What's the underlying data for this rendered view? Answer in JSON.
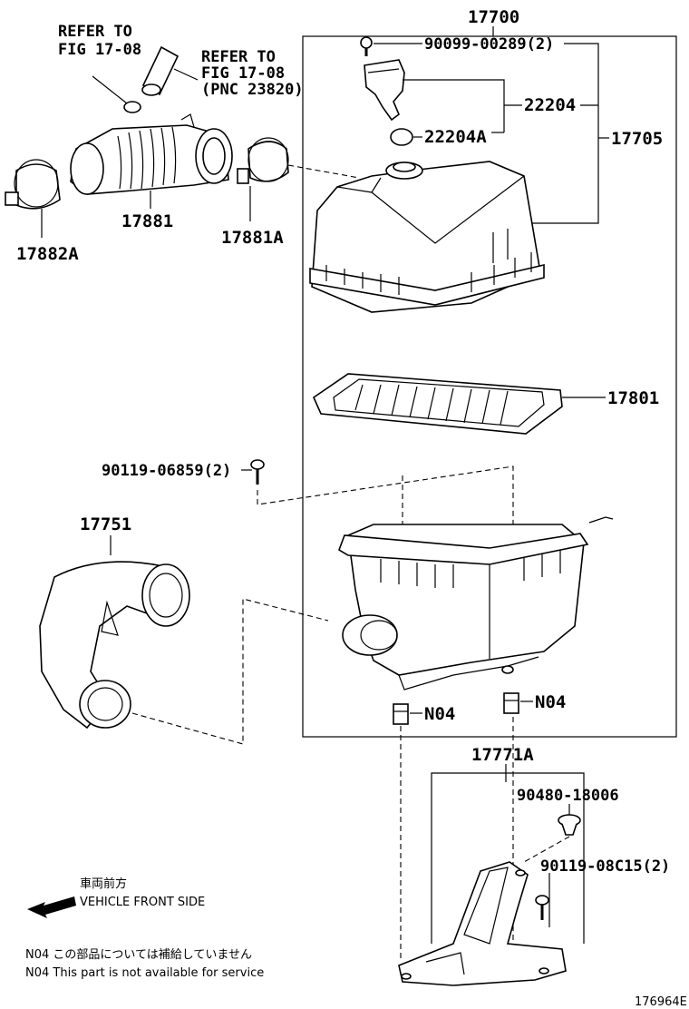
{
  "labels": {
    "p17700": "17700",
    "bolt_top": "90099-00289(2)",
    "p22204": "22204",
    "p22204A": "22204A",
    "p17705": "17705",
    "refer1_line1": "REFER TO",
    "refer1_line2": "FIG 17-08",
    "refer2_line1": "REFER TO",
    "refer2_line2": "FIG 17-08",
    "refer2_line3": "(PNC 23820)",
    "p17881": "17881",
    "p17881A": "17881A",
    "p17882A": "17882A",
    "p17801": "17801",
    "bolt_mid": "90119-06859(2)",
    "p17751": "17751",
    "n04_a": "N04",
    "n04_b": "N04",
    "p17771A": "17771A",
    "clip": "90480-18006",
    "bolt_bottom": "90119-08C15(2)"
  },
  "notes": {
    "front_jp": "車両前方",
    "front_en": "VEHICLE FRONT SIDE",
    "n04_jp": "N04  この部品については補給していません",
    "n04_en": "N04  This part is not available for service"
  },
  "figure_id": "176964E"
}
